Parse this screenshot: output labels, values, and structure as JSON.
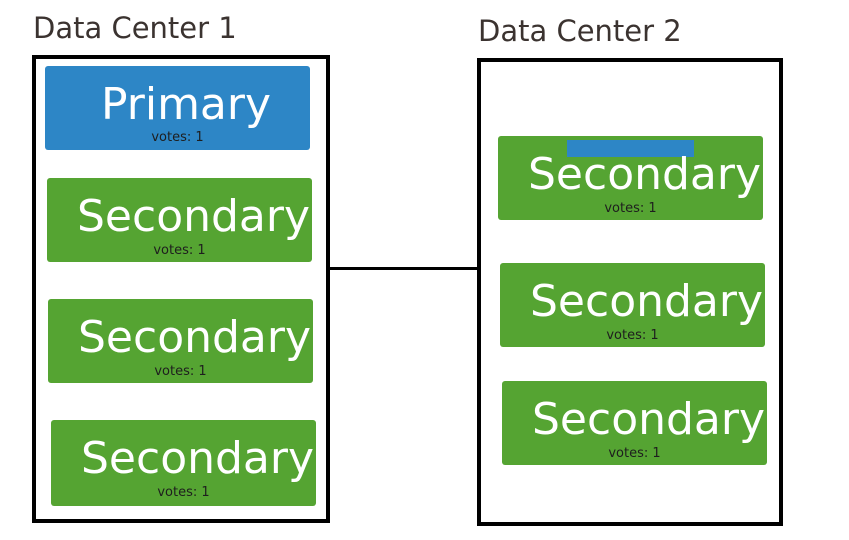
{
  "data_centers": [
    {
      "title": "Data Center 1",
      "nodes": [
        {
          "label": "Primary",
          "votes": "votes: 1",
          "role": "primary"
        },
        {
          "label": "Secondary",
          "votes": "votes: 1",
          "role": "secondary"
        },
        {
          "label": "Secondary",
          "votes": "votes: 1",
          "role": "secondary"
        },
        {
          "label": "Secondary",
          "votes": "votes: 1",
          "role": "secondary"
        }
      ]
    },
    {
      "title": "Data Center 2",
      "nodes": [
        {
          "label": "Secondary",
          "votes": "votes: 1",
          "role": "secondary"
        },
        {
          "label": "Secondary",
          "votes": "votes: 1",
          "role": "secondary"
        },
        {
          "label": "Secondary",
          "votes": "votes: 1",
          "role": "secondary"
        }
      ]
    }
  ],
  "colors": {
    "primary": "#2d86c6",
    "secondary": "#55a432",
    "border": "#000000",
    "title_text": "#3b3330",
    "votes_text": "#1e1e1e"
  }
}
